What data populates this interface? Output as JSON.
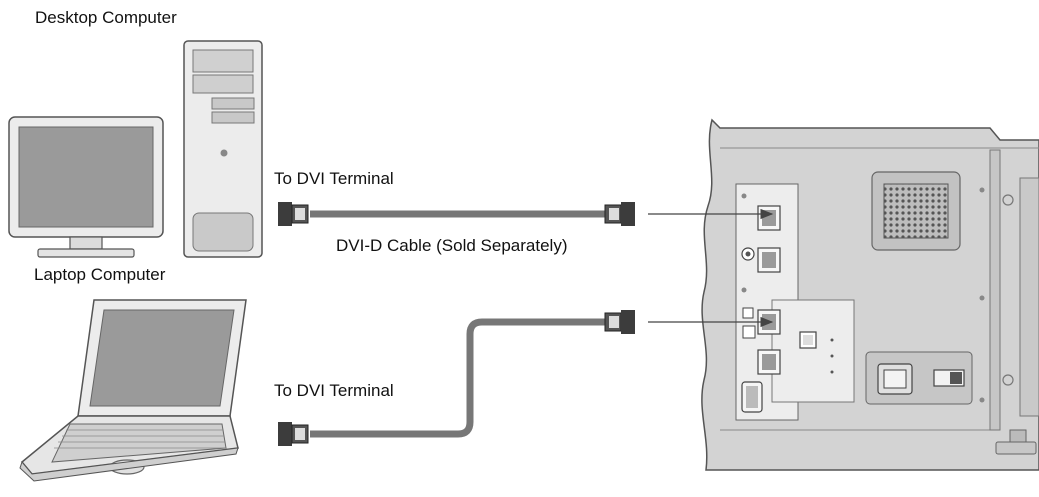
{
  "labels": {
    "desktop": "Desktop Computer",
    "laptop": "Laptop Computer",
    "dvi_terminal_top": "To DVI Terminal",
    "dvi_terminal_bottom": "To DVI Terminal",
    "cable": "DVI-D Cable (Sold Separately)"
  },
  "colors": {
    "device_fill": "#ececec",
    "device_stroke": "#555555",
    "screen": "#9a9a9a",
    "cable": "#777777",
    "connector": "#3c3c3c",
    "projector_body": "#d3d3d3",
    "panel": "#ededed"
  },
  "icons": [
    "monitor-icon",
    "desktop-tower-icon",
    "laptop-icon",
    "dvi-connector-icon",
    "projector-rear-panel-icon",
    "arrow-icon"
  ]
}
